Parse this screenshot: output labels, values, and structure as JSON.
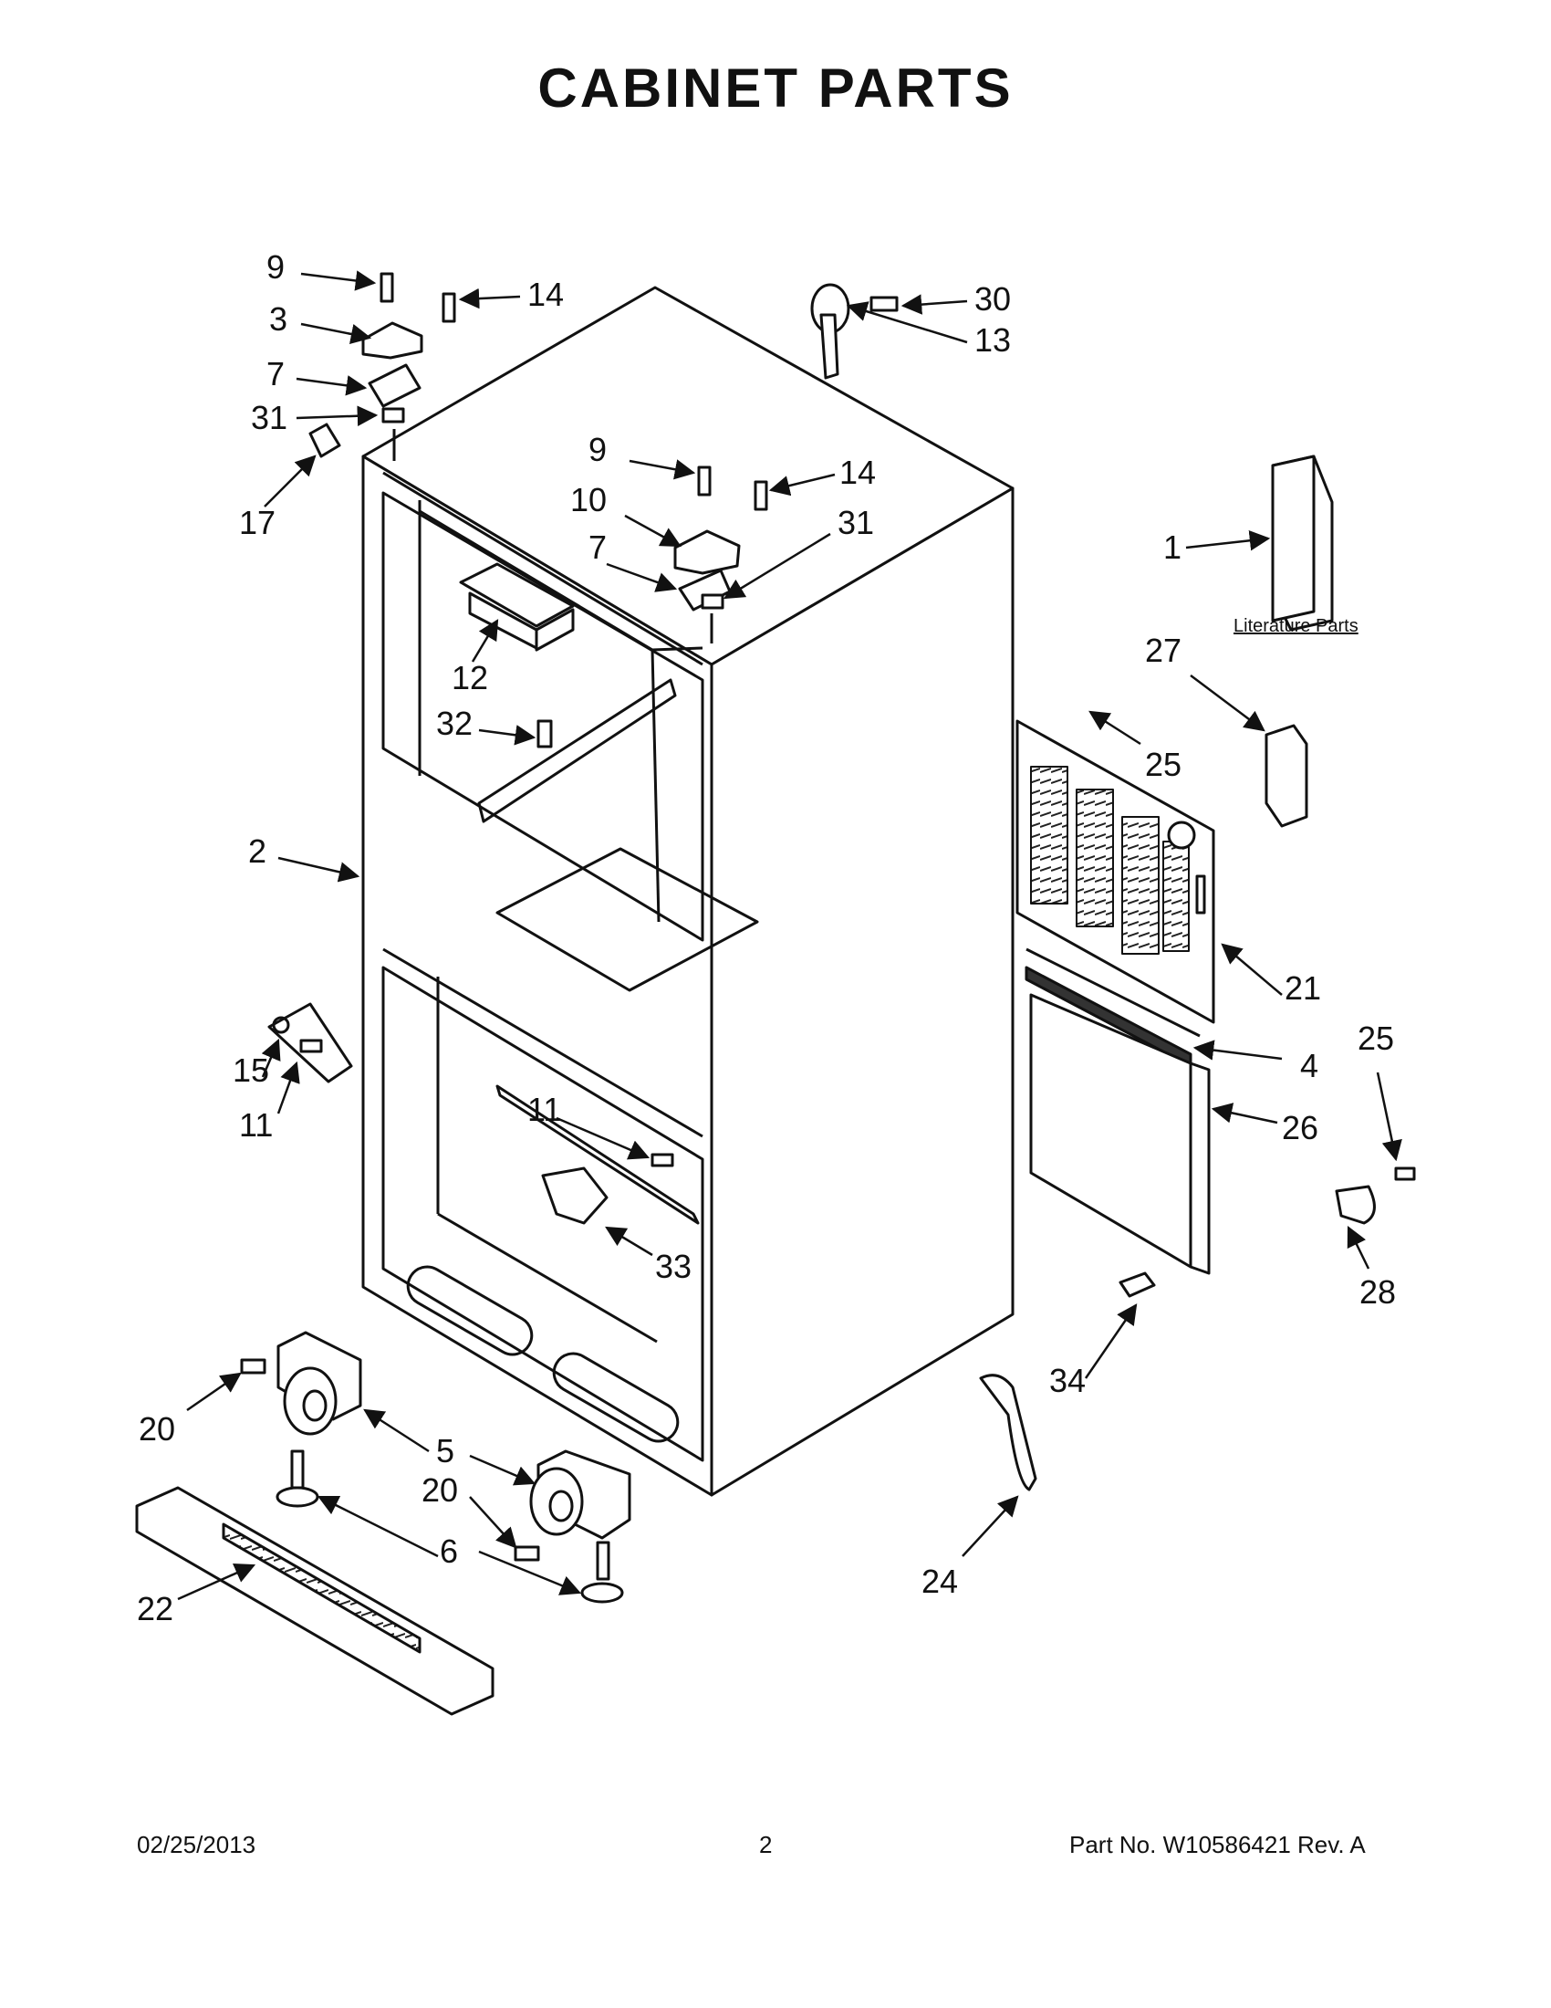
{
  "title": "CABINET PARTS",
  "literature_label": "Literature Parts",
  "callouts": [
    {
      "id": "c9a",
      "text": "9"
    },
    {
      "id": "c14a",
      "text": "14"
    },
    {
      "id": "c3",
      "text": "3"
    },
    {
      "id": "c7a",
      "text": "7"
    },
    {
      "id": "c31a",
      "text": "31"
    },
    {
      "id": "c17",
      "text": "17"
    },
    {
      "id": "c30",
      "text": "30"
    },
    {
      "id": "c13",
      "text": "13"
    },
    {
      "id": "c9b",
      "text": "9"
    },
    {
      "id": "c14b",
      "text": "14"
    },
    {
      "id": "c10",
      "text": "10"
    },
    {
      "id": "c7b",
      "text": "7"
    },
    {
      "id": "c31b",
      "text": "31"
    },
    {
      "id": "c1",
      "text": "1"
    },
    {
      "id": "c27",
      "text": "27"
    },
    {
      "id": "c12",
      "text": "12"
    },
    {
      "id": "c32",
      "text": "32"
    },
    {
      "id": "c25a",
      "text": "25"
    },
    {
      "id": "c2",
      "text": "2"
    },
    {
      "id": "c21",
      "text": "21"
    },
    {
      "id": "c4",
      "text": "4"
    },
    {
      "id": "c25b",
      "text": "25"
    },
    {
      "id": "c15",
      "text": "15"
    },
    {
      "id": "c11a",
      "text": "11"
    },
    {
      "id": "c26",
      "text": "26"
    },
    {
      "id": "c11b",
      "text": "11"
    },
    {
      "id": "c33",
      "text": "33"
    },
    {
      "id": "c28",
      "text": "28"
    },
    {
      "id": "c34",
      "text": "34"
    },
    {
      "id": "c20a",
      "text": "20"
    },
    {
      "id": "c5",
      "text": "5"
    },
    {
      "id": "c20b",
      "text": "20"
    },
    {
      "id": "c6",
      "text": "6"
    },
    {
      "id": "c24",
      "text": "24"
    },
    {
      "id": "c22",
      "text": "22"
    }
  ],
  "footer": {
    "date": "02/25/2013",
    "page": "2",
    "part": "Part No.  W10586421  Rev.  A"
  }
}
